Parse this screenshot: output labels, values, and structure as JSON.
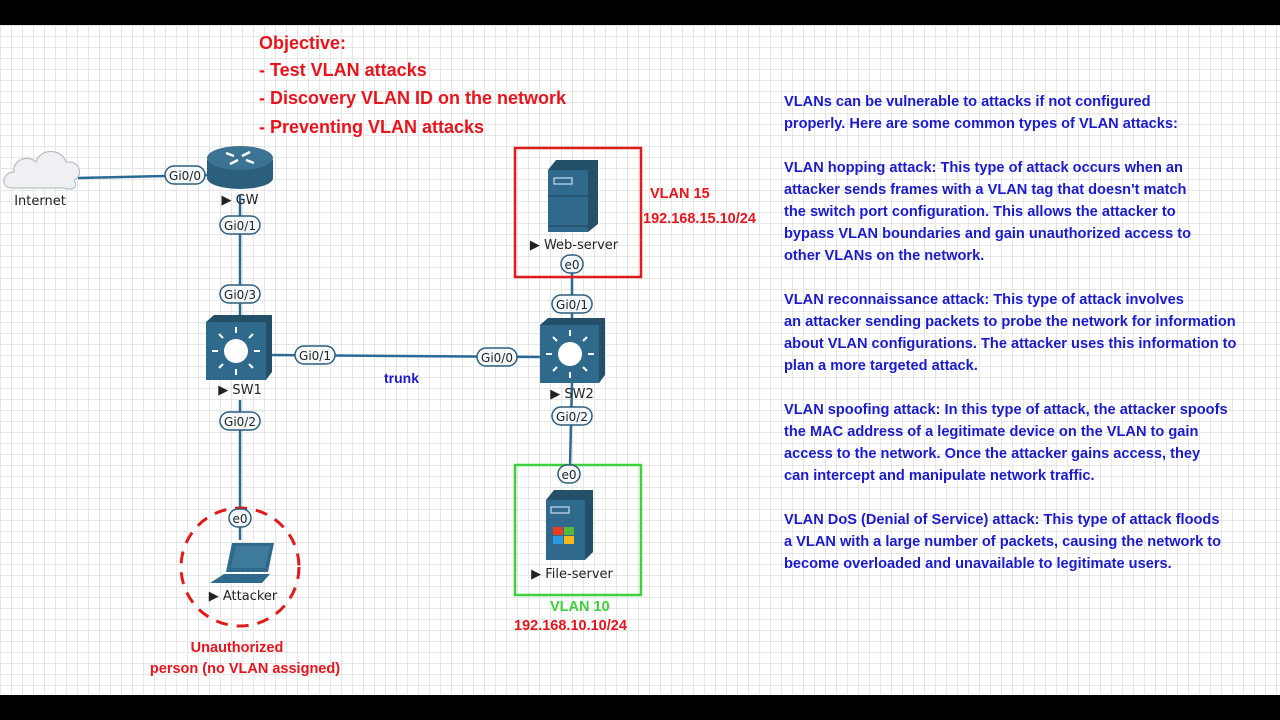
{
  "objective": {
    "title": "Objective:",
    "items": [
      "- Test VLAN attacks",
      "- Discovery VLAN ID on the network",
      "- Preventing VLAN attacks"
    ]
  },
  "nodes": {
    "internet": {
      "label": "Internet",
      "icon": "cloud-icon"
    },
    "gw": {
      "label": "GW",
      "icon": "router-icon"
    },
    "sw1": {
      "label": "SW1",
      "icon": "switch-icon"
    },
    "sw2": {
      "label": "SW2",
      "icon": "switch-icon"
    },
    "web": {
      "label": "Web-server",
      "icon": "server-icon",
      "vlan": "VLAN 15",
      "ip": "192.168.15.10/24",
      "box_color": "#e01b1b"
    },
    "file": {
      "label": "File-server",
      "icon": "windows-server-icon",
      "vlan": "VLAN 10",
      "ip": "192.168.10.10/24",
      "box_color": "#3ed13e"
    },
    "attacker": {
      "label": "Attacker",
      "icon": "laptop-icon",
      "note_line1": "Unauthorized",
      "note_line2": "person (no VLAN assigned)"
    }
  },
  "ports": {
    "gw_gi00": "Gi0/0",
    "gw_gi01": "Gi0/1",
    "sw1_gi03": "Gi0/3",
    "sw1_gi01": "Gi0/1",
    "sw1_gi02": "Gi0/2",
    "sw2_gi00": "Gi0/0",
    "sw2_gi01": "Gi0/1",
    "sw2_gi02": "Gi0/2",
    "web_e0": "e0",
    "file_e0": "e0",
    "attacker_e0": "e0"
  },
  "trunk_label": "trunk",
  "info_lines": [
    " VLANs can be vulnerable to attacks if not configured",
    "properly.  Here are some common types of VLAN attacks:",
    "",
    "VLAN hopping attack: This type of attack occurs when an",
    "attacker sends frames with a VLAN tag that doesn't match",
    "the switch port configuration. This allows the attacker to",
    "bypass VLAN boundaries and gain unauthorized access to",
    "other VLANs on the network.",
    "",
    "VLAN reconnaissance attack: This type of attack involves",
    "an attacker sending packets to probe the network for information",
    "about VLAN configurations. The attacker uses this information to",
    "plan a more targeted attack.",
    "",
    "VLAN spoofing attack: In this type of attack, the attacker spoofs",
    "the MAC address of a legitimate device on the VLAN to gain",
    "access to the network. Once the attacker gains access, they",
    "can intercept and manipulate network traffic.",
    "",
    "VLAN DoS (Denial of Service) attack: This type of attack floods",
    "a VLAN with a large number of packets, causing the network to",
    "become overloaded and unavailable to legitimate users."
  ]
}
